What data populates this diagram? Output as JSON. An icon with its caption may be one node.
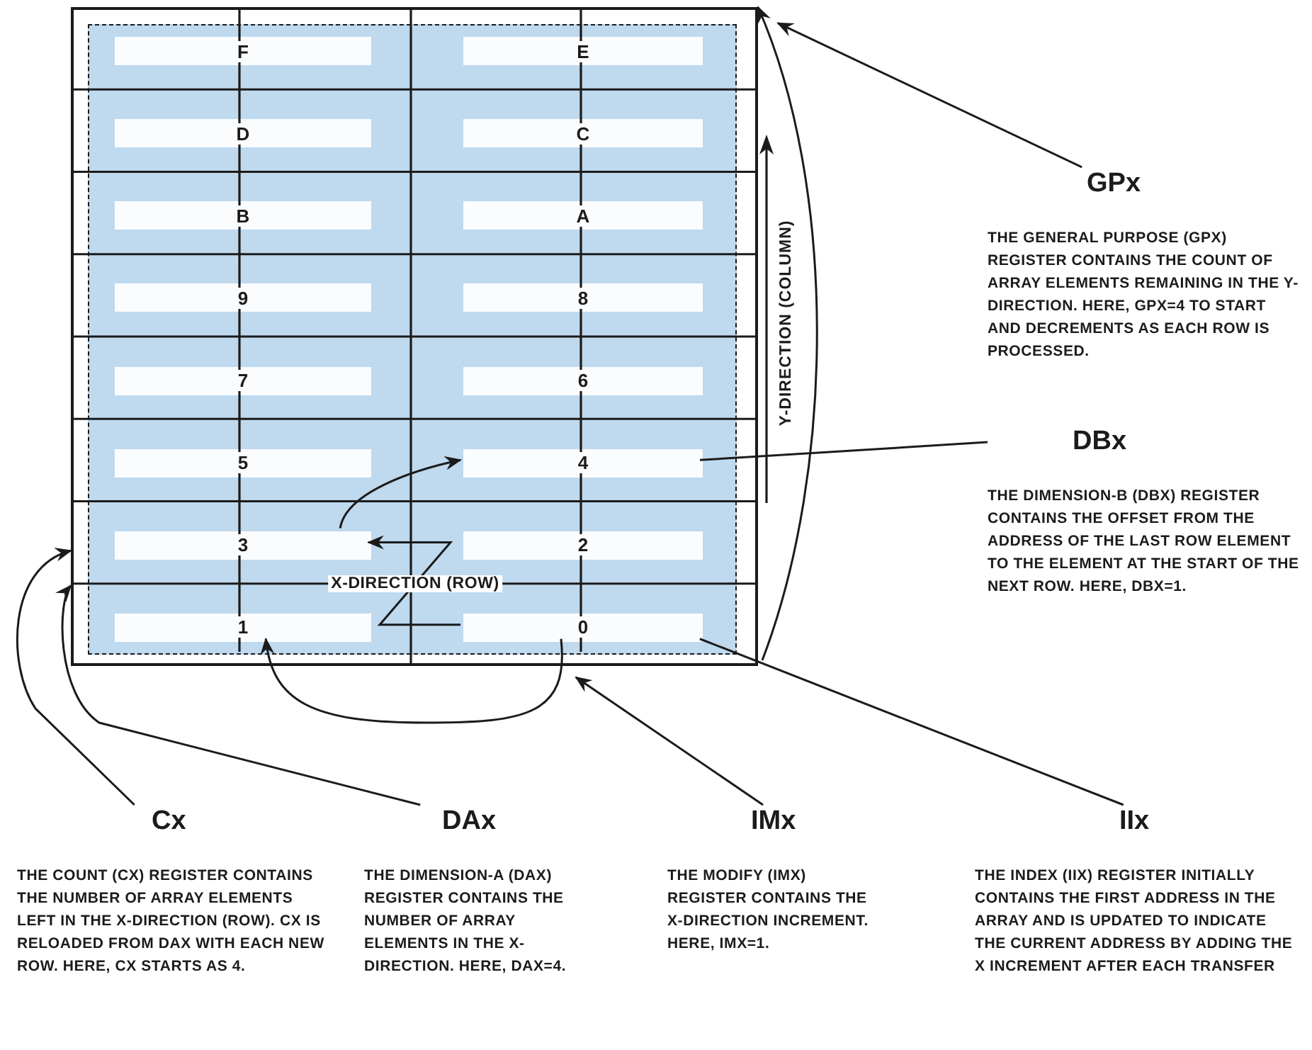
{
  "diagram": {
    "nodes": [
      {
        "text": [],
        "shape": "box"
      },
      {
        "text": [
          "F"
        ],
        "in": 0
      },
      {
        "text": [
          "E"
        ],
        "in": 0
      },
      {
        "text": [
          "D"
        ],
        "in": 0
      },
      {
        "text": [
          "C"
        ],
        "in": 0
      },
      {
        "text": [
          "B"
        ],
        "in": 0
      },
      {
        "text": [
          "A"
        ],
        "in": 0
      },
      {
        "text": [
          "9"
        ],
        "in": 0
      },
      {
        "text": [
          "8"
        ],
        "in": 0
      },
      {
        "text": [
          "7"
        ],
        "in": 0
      },
      {
        "text": [
          "6"
        ],
        "in": 0
      },
      {
        "text": [
          "5"
        ],
        "in": 0
      },
      {
        "text": [
          "4"
        ],
        "in": 0
      },
      {
        "text": [
          "3"
        ],
        "in": 0
      },
      {
        "text": [
          "2"
        ],
        "in": 0
      },
      {
        "text": [
          "1"
        ],
        "in": 0
      },
      {
        "text": [
          "0"
        ],
        "in": 0
      },
      {
        "text": [
          "GPx",
          "THE GENERAL PURPOSE (GPX) REGISTER CONTAINS THE COUNT OF ARRAY ELEMENTS REMAINING IN THE Y-DIRECTION. HERE, GPX=4 TO START AND DECREMENTS AS EACH ROW IS PROCESSED."
        ]
      },
      {
        "text": [
          "DBx",
          "THE DIMENSION-B (DBX) REGISTER CONTAINS THE OFFSET FROM THE ADDRESS OF THE LAST ROW ELEMENT TO THE ELEMENT AT THE START OF THE NEXT ROW. HERE, DBX=1."
        ]
      },
      {
        "text": [
          "Cx",
          "THE COUNT (CX) REGISTER CONTAINS THE NUMBER OF ARRAY ELEMENTS LEFT IN THE X-DIRECTION (ROW). CX IS RELOADED FROM DAX WITH EACH NEW ROW. HERE, CX STARTS AS 4."
        ]
      },
      {
        "text": [
          "DAx",
          "THE DIMENSION-A (DAX) REGISTER CONTAINS THE NUMBER OF ARRAY ELEMENTS IN THE X-DIRECTION. HERE, DAX=4."
        ]
      },
      {
        "text": [
          "IMx",
          "THE MODIFY (IMX) REGISTER CONTAINS THE X-DIRECTION INCREMENT. HERE, IMX=1."
        ]
      },
      {
        "text": [
          "IIx",
          "THE INDEX (IIX) REGISTER INITIALLY CONTAINS THE FIRST ADDRESS IN THE ARRAY AND IS UPDATED TO INDICATE THE CURRENT ADDRESS BY ADDING THE X INCREMENT AFTER EACH TRANSFER"
        ]
      }
    ],
    "edges": [
      {
        "from": 17,
        "to": 0,
        "arrow": "to"
      },
      {
        "from": null,
        "to": 0,
        "arrow": "to"
      },
      {
        "from": 18,
        "to": 12,
        "arrow": "none"
      },
      {
        "from": 22,
        "to": 16,
        "arrow": "none"
      },
      {
        "from": 19,
        "to": 0,
        "arrow": "to"
      },
      {
        "from": 20,
        "to": 0,
        "arrow": "to"
      },
      {
        "from": 21,
        "to": 0,
        "arrow": "to"
      },
      {
        "from": 16,
        "to": 15,
        "arrow": "to"
      },
      {
        "from": 13,
        "to": 12,
        "arrow": "to"
      },
      {
        "from": 16,
        "to": 13,
        "arrow": "to",
        "label": "X-DIRECTION (ROW)"
      }
    ],
    "labels": [
      "Y-DIRECTION (COLUMN)"
    ]
  }
}
